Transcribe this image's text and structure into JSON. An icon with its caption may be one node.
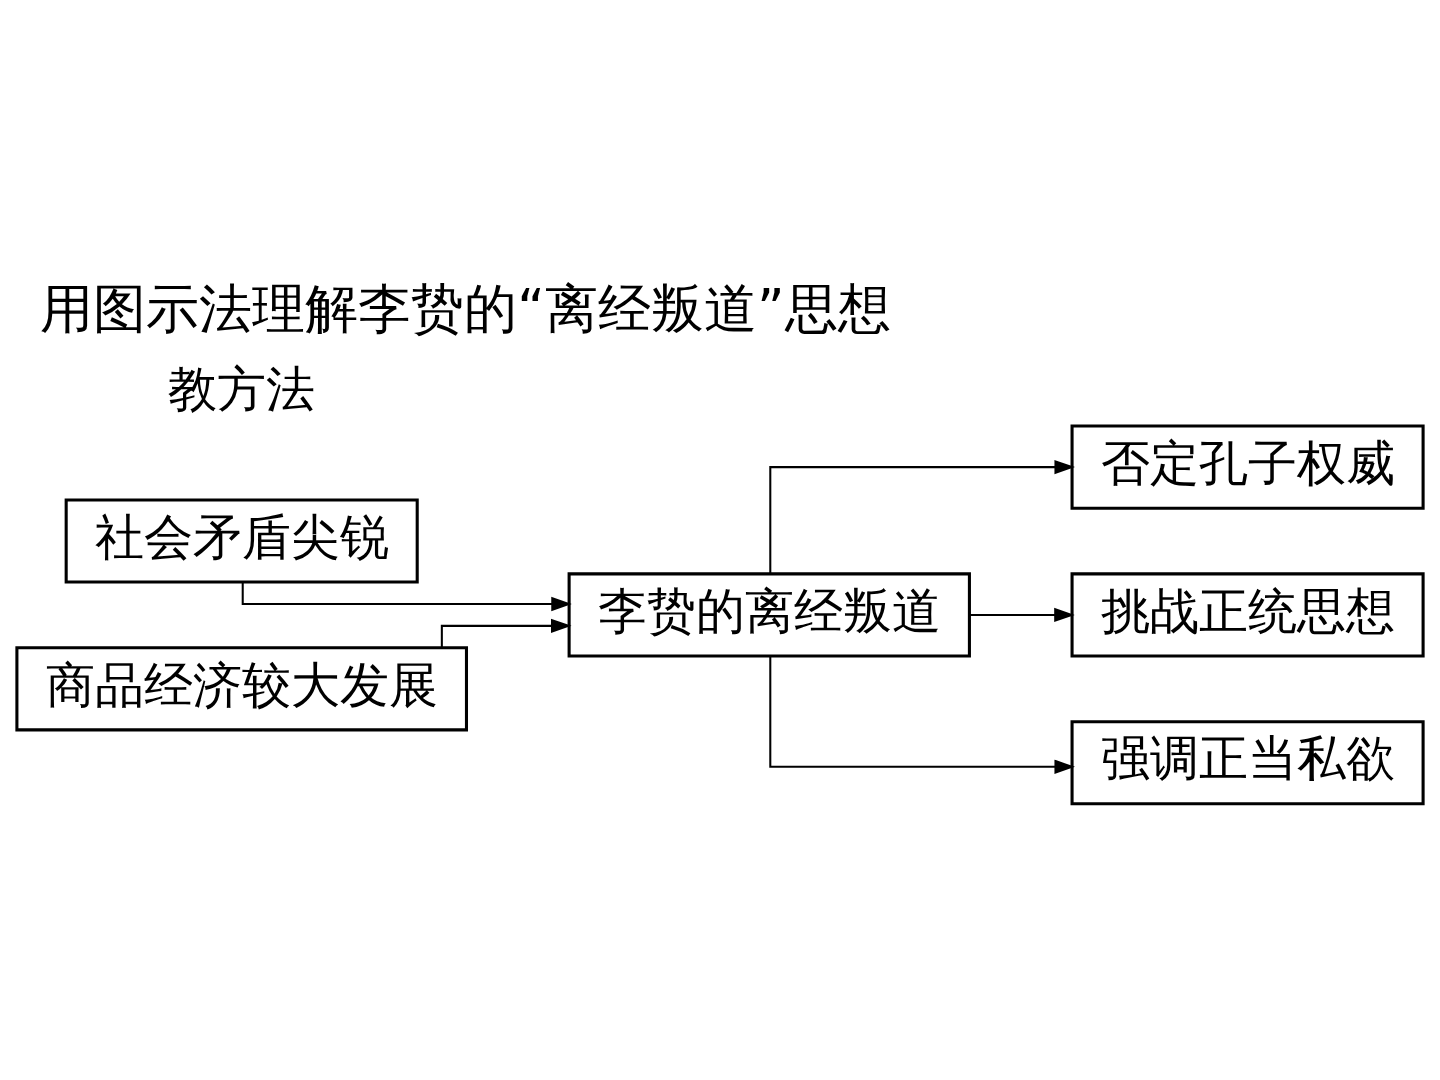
{
  "diagram": {
    "title": "用图示法理解李贽的“离经叛道”思想",
    "nodes": [
      {
        "text": [
          "社会矛盾尖锐"
        ]
      },
      {
        "text": [
          "商品经济较大发展"
        ]
      },
      {
        "text": [
          "李贽的离经叛道"
        ]
      },
      {
        "text": [
          "否定孔子权威"
        ]
      },
      {
        "text": [
          "挑战正统思想"
        ]
      },
      {
        "text": [
          "强调正当私欲"
        ]
      }
    ],
    "edges": [
      {
        "from": 0,
        "to": 2,
        "arrow": "to"
      },
      {
        "from": 1,
        "to": 2,
        "arrow": "to"
      },
      {
        "from": 2,
        "to": 3,
        "arrow": "to"
      },
      {
        "from": 2,
        "to": 4,
        "arrow": "to"
      },
      {
        "from": 2,
        "to": 5,
        "arrow": "to"
      }
    ],
    "labels": [
      "教方法"
    ]
  }
}
